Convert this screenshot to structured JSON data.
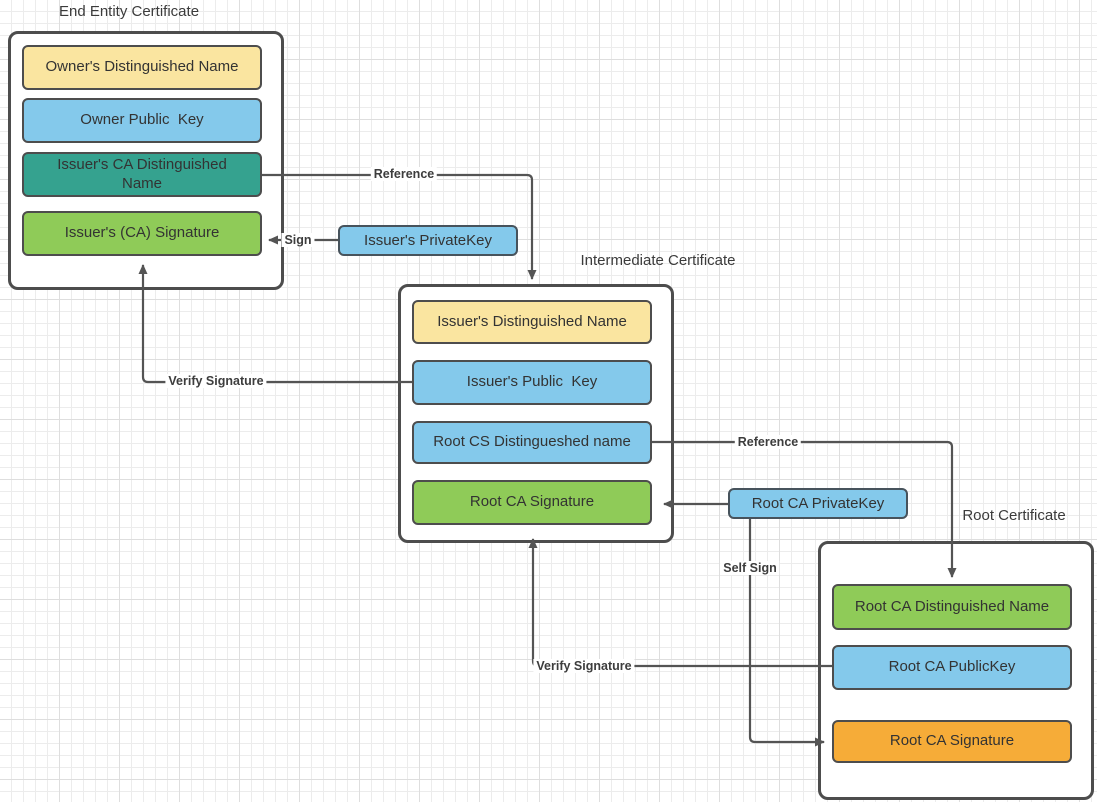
{
  "certificates": [
    {
      "title": "End Entity Certificate",
      "fields": [
        {
          "label": "Owner's Distinguished Name",
          "bg": "#FAE5A0"
        },
        {
          "label": "Owner Public  Key",
          "bg": "#84C9EB"
        },
        {
          "label": "Issuer's CA Distinguished\nName",
          "bg": "#35A28F"
        },
        {
          "label": "Issuer's (CA) Signature",
          "bg": "#8FCB58"
        }
      ]
    },
    {
      "title": "Intermediate Certificate",
      "fields": [
        {
          "label": "Issuer's Distinguished Name",
          "bg": "#FAE5A0"
        },
        {
          "label": "Issuer's Public  Key",
          "bg": "#84C9EB"
        },
        {
          "label": "Root CS Distingueshed name",
          "bg": "#84C9EB"
        },
        {
          "label": "Root CA Signature",
          "bg": "#8FCB58"
        }
      ]
    },
    {
      "title": "Root Certificate",
      "fields": [
        {
          "label": "Root CA Distinguished Name",
          "bg": "#8FCB58"
        },
        {
          "label": "Root CA PublicKey",
          "bg": "#84C9EB"
        },
        {
          "label": "Root CA Signature",
          "bg": "#F6AC38"
        }
      ]
    }
  ],
  "keys": [
    {
      "label": "Issuer's PrivateKey",
      "bg": "#84C9EB"
    },
    {
      "label": "Root CA PrivateKey",
      "bg": "#84C9EB"
    }
  ],
  "edges": {
    "reference1": "Reference",
    "sign": "Sign",
    "verify1": "Verify Signature",
    "reference2": "Reference",
    "self_sign": "Self Sign",
    "verify2": "Verify Signature"
  },
  "colors": {
    "line": "#545454",
    "box_border": "#4d4d4d"
  }
}
